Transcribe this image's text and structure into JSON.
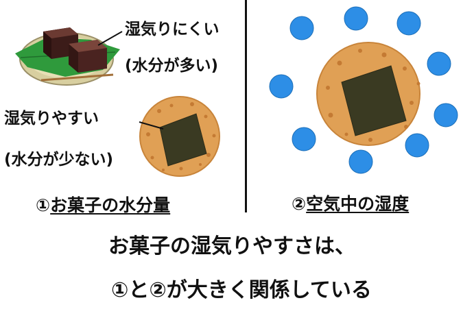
{
  "panel1": {
    "label_hard": "湿気りにくい",
    "label_hard_sub": "(水分が多い)",
    "label_easy": "湿気りやすい",
    "label_easy_sub": "(水分が少ない)",
    "caption_num": "①",
    "caption_text": "お菓子の水分量"
  },
  "panel2": {
    "caption_num": "②",
    "caption_text": "空気中の湿度"
  },
  "conclusion": {
    "line1": "お菓子の湿気りやすさは、",
    "line2": "①と②が大きく関係している"
  },
  "colors": {
    "droplet": "#2d8ee6",
    "cracker": "#e0a055",
    "nori": "#3a3a22",
    "yokan": "#4a2320",
    "leaf": "#2f9a3c",
    "plate": "#d8cfa0"
  },
  "icons": [
    "yokan-plate-illustration",
    "senbei-cracker-illustration",
    "water-droplet-icon"
  ]
}
